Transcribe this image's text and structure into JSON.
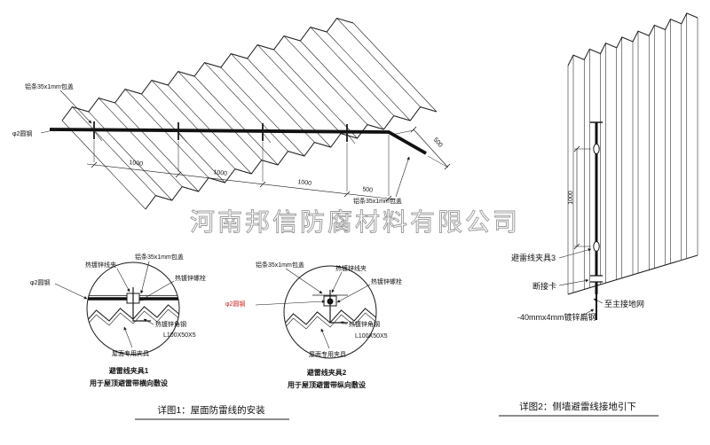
{
  "watermark": "河南邦信防腐材料有限公司",
  "roof": {
    "label_strip_top": "铝条35x1mm包盖",
    "label_round_steel": "φ2圆钢",
    "label_strip_right": "铝条35x1mm包盖",
    "dim_1": "1000",
    "dim_2": "1000",
    "dim_3": "1000",
    "dim_4": "500",
    "dim_right": "500"
  },
  "detail1": {
    "label_clamp": "热镀锌线夹",
    "label_strip": "铝条35x1mm包盖",
    "label_bolt": "热镀锌螺栓",
    "label_round_steel": "φ2圆钢",
    "label_angle_steel": "热镀锌角钢",
    "label_angle_size": "L100X50X5",
    "label_fixture": "屋面专用夹具",
    "title": "避雷线夹具1",
    "subtitle": "用于屋顶避雷带横向敷设"
  },
  "detail2": {
    "label_strip": "铝条35x1mm包盖",
    "label_clamp": "热镀锌线夹",
    "label_bolt": "热镀锌螺栓",
    "label_round_steel": "φ2圆钢",
    "label_angle_steel": "热镀锌角钢",
    "label_angle_size": "L100X50X5",
    "label_fixture": "屋面专用夹具",
    "title": "避雷线夹具2",
    "subtitle": "用于屋顶避雷带纵向敷设"
  },
  "wall": {
    "dim": "1000",
    "label_clamp3": "避雷线夹具3",
    "label_disconnect": "断接卡",
    "label_to_ground": "至主接地网",
    "label_flat_steel": "-40mmx4mm镀锌扁钢"
  },
  "captions": {
    "detail1": "详图1：屋面防雷线的安装",
    "detail2": "详图2：侧墙避雷线接地引下"
  },
  "colors": {
    "line": "#1a1a1a",
    "red": "#cc2222",
    "watermark": "#999999"
  }
}
